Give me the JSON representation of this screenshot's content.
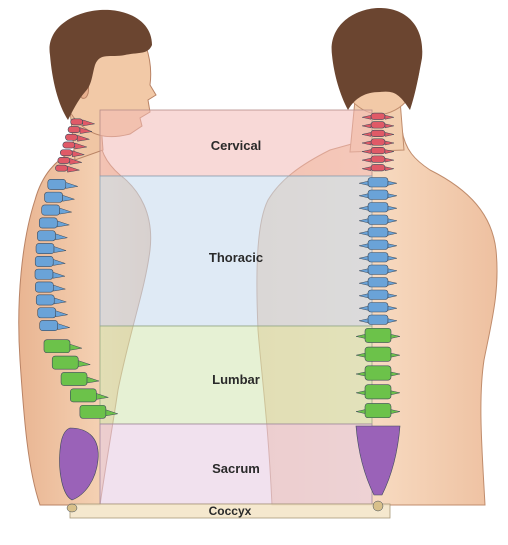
{
  "regions": [
    {
      "key": "cervical",
      "label": "Cervical",
      "color": "#f3b9b6",
      "vertebra_color": "#e05a67"
    },
    {
      "key": "thoracic",
      "label": "Thoracic",
      "color": "#c9dcee",
      "vertebra_color": "#6aa3d8"
    },
    {
      "key": "lumbar",
      "label": "Lumbar",
      "color": "#d5e8b8",
      "vertebra_color": "#6cc24a"
    },
    {
      "key": "sacrum",
      "label": "Sacrum",
      "color": "#e7cde3",
      "vertebra_color": "#9a62b8"
    },
    {
      "key": "coccyx",
      "label": "Coccyx",
      "color": "#f4e6c9",
      "vertebra_color": "#d8c08a"
    }
  ],
  "colors": {
    "skin": "#f1c9a8",
    "skin_shadow": "#e3a983",
    "hair": "#6b4530",
    "outline": "#8a5a44"
  }
}
